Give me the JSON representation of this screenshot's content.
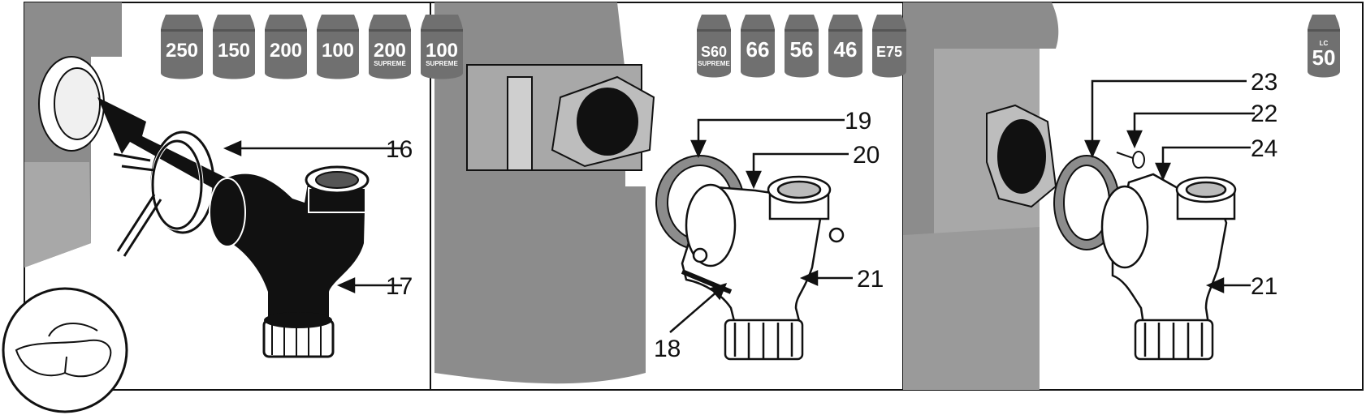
{
  "panels": [
    {
      "id": "panel-1",
      "models": [
        {
          "label": "250",
          "sub": ""
        },
        {
          "label": "150",
          "sub": ""
        },
        {
          "label": "200",
          "sub": ""
        },
        {
          "label": "100",
          "sub": ""
        },
        {
          "label": "200",
          "sub": "SUPREME"
        },
        {
          "label": "100",
          "sub": "SUPREME"
        }
      ],
      "callouts": [
        "16",
        "17"
      ]
    },
    {
      "id": "panel-2",
      "models": [
        {
          "label": "S60",
          "sub": "SUPREME"
        },
        {
          "label": "66",
          "sub": ""
        },
        {
          "label": "56",
          "sub": ""
        },
        {
          "label": "46",
          "sub": ""
        },
        {
          "label": "E75",
          "sub": ""
        }
      ],
      "callouts": [
        "19",
        "20",
        "21",
        "18"
      ]
    },
    {
      "id": "panel-3",
      "models": [
        {
          "label": "50",
          "sub": "LC"
        }
      ],
      "callouts": [
        "23",
        "22",
        "24",
        "21"
      ]
    }
  ],
  "colors": {
    "disposer_gray": "#8c8c8c",
    "disposer_light": "#a8a8a8",
    "fitting_black": "#111111",
    "outline": "#111111",
    "badge_gray": "#707070"
  },
  "icons": [
    "safety-glasses-icon"
  ]
}
